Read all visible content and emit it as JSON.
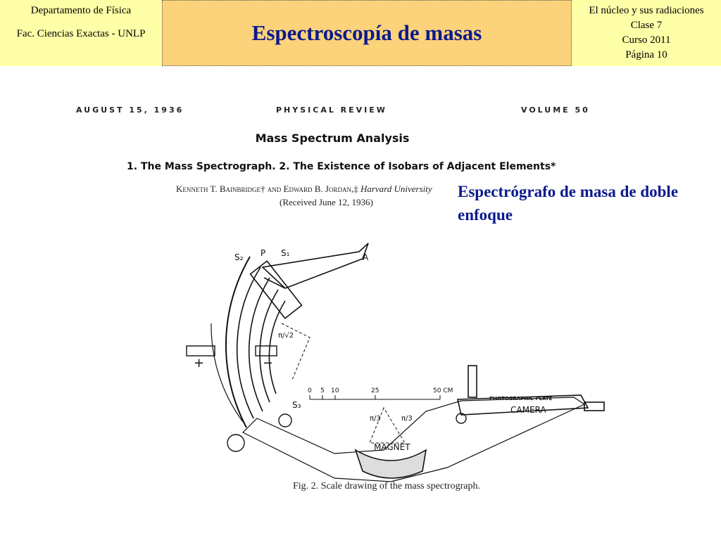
{
  "header": {
    "left_line1": "Departamento de Física",
    "left_line2": "Fac. Ciencias Exactas - UNLP",
    "title": "Espectroscopía de masas",
    "right_line1": "El núcleo y sus radiaciones",
    "right_line2": "Clase 7",
    "right_line3": "Curso 2011",
    "right_line4": "Página 10"
  },
  "article": {
    "date": "AUGUST 15, 1936",
    "journal": "PHYSICAL REVIEW",
    "volume": "VOLUME 50",
    "title": "Mass Spectrum Analysis",
    "subtitle": "1. The Mass Spectrograph. 2. The Existence of Isobars of Adjacent Elements*",
    "authors": "Kenneth T. Bainbridge† and Edward B. Jordan,‡",
    "affiliation": "Harvard University",
    "received": "(Received June 12, 1936)",
    "caption": "Fig. 2. Scale drawing of the mass spectrograph."
  },
  "diagram_labels": {
    "s2": "S₂",
    "p": "P",
    "s1": "S₁",
    "a": "A",
    "plus": "+",
    "minus": "−",
    "s3": "S₃",
    "pi_sqrt2": "π/√2",
    "pi_3a": "π/3",
    "pi_3b": "π/3",
    "scale_0": "0",
    "scale_5": "5",
    "scale_10": "10",
    "scale_25": "25",
    "scale_50": "50 CM",
    "photo_plate": "PHOTOGRAPHIC PLATE",
    "camera": "CAMERA",
    "magnet": "MAGNET"
  },
  "callout": {
    "text": "Espectrógrafo de masa de doble enfoque"
  },
  "colors": {
    "header_side_bg": "#ffffa8",
    "header_center_bg": "#fcd27a",
    "title_blue": "#0b1a8c"
  }
}
